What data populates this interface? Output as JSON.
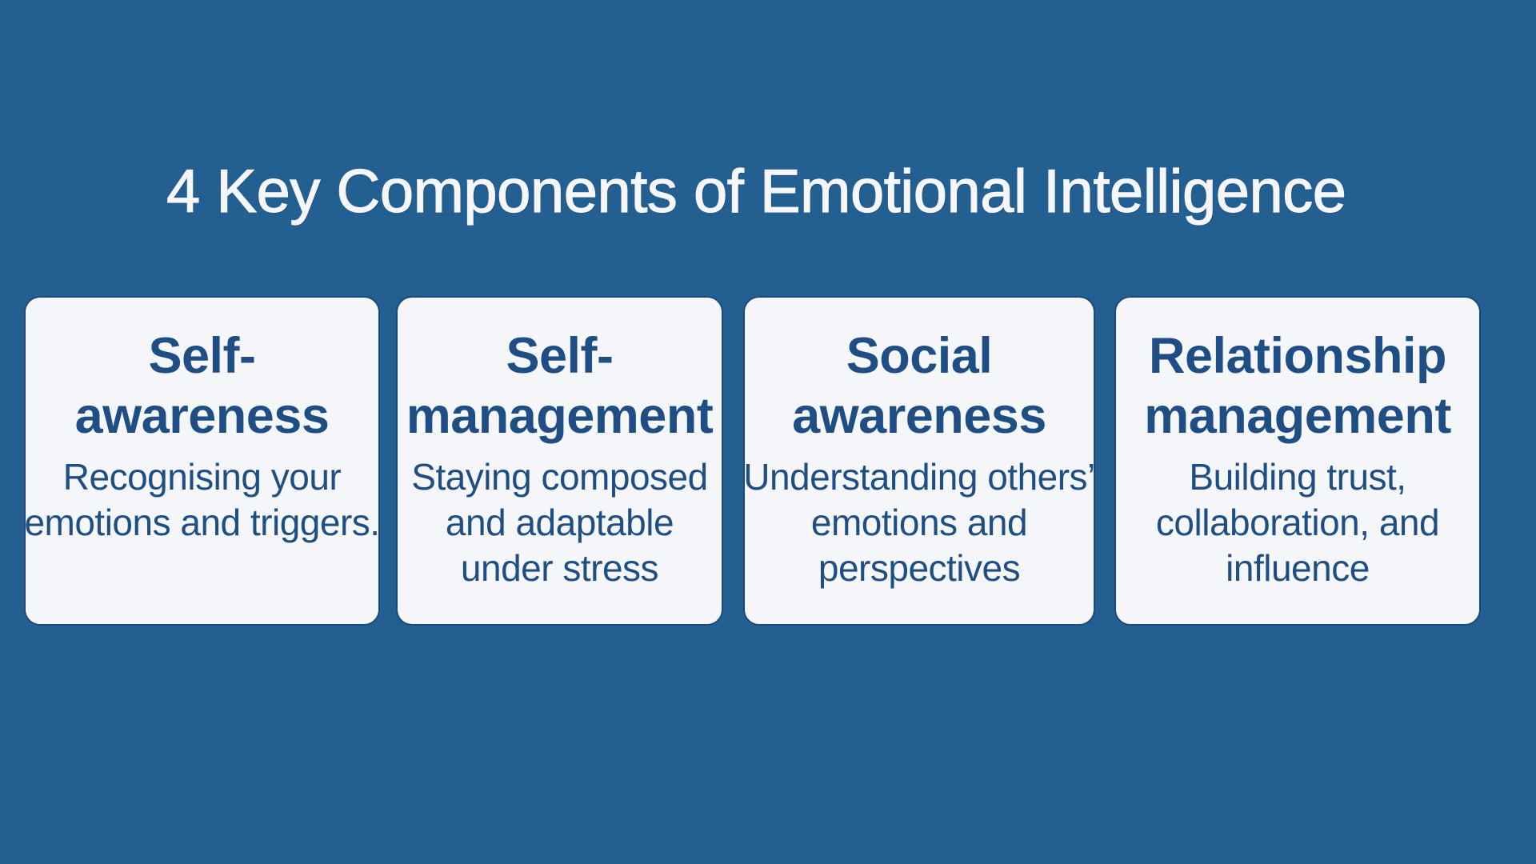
{
  "slide": {
    "title": "4 Key Components of Emotional Intelligence",
    "colors": {
      "background": "#245f92",
      "card_background": "#f4f6fa",
      "card_text": "#1f4e85",
      "title_text": "#f4f6fa"
    }
  },
  "cards": [
    {
      "heading_lines": [
        "Self-",
        "awareness"
      ],
      "description_lines": [
        "Recognising your",
        "emotions and triggers."
      ]
    },
    {
      "heading_lines": [
        "Self-",
        "management"
      ],
      "description_lines": [
        "Staying composed",
        "and adaptable",
        "under stress"
      ]
    },
    {
      "heading_lines": [
        "Social",
        "awareness"
      ],
      "description_lines": [
        "Understanding others’",
        "emotions and",
        "perspectives"
      ]
    },
    {
      "heading_lines": [
        "Relationship",
        "management"
      ],
      "description_lines": [
        "Building trust,",
        "collaboration, and",
        "influence"
      ]
    }
  ]
}
